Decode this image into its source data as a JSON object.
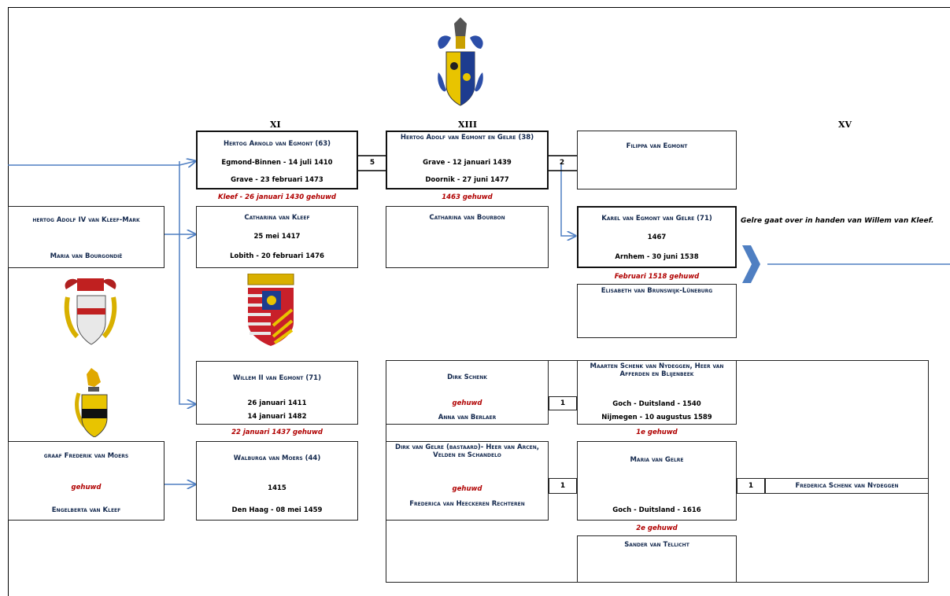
{
  "generations": {
    "xi": "XI",
    "xiii": "XIII",
    "xv": "XV"
  },
  "arnold": {
    "name": "Hertog Arnold van Egmont (63)",
    "born": "Egmond-Binnen - 14 juli 1410",
    "died": "Grave - 23 februari 1473",
    "marriage": "Kleef - 26 januari 1430 gehuwd"
  },
  "arnold_children": "5",
  "adolf": {
    "name": "Hertog Adolf van Egmont en Gelre (38)",
    "born": "Grave - 12 januari 1439",
    "died": "Doornik - 27 juni 1477",
    "marriage": "1463 gehuwd"
  },
  "adolf_children": "2",
  "filippa": {
    "name": "Filippa van Egmont"
  },
  "catharina_kleef": {
    "name": "Catharina van Kleef",
    "born": "25 mei 1417",
    "died": "Lobith - 20 februari 1476"
  },
  "catharina_bourbon": {
    "name": "Catharina van Bourbon"
  },
  "karel": {
    "name": "Karel van Egmont van Gelre (71)",
    "born": "1467",
    "died": "Arnhem - 30 juni 1538",
    "marriage": "Februari 1518 gehuwd"
  },
  "elisabeth": {
    "name": "Elisabeth van Brunswijk-Lüneburg"
  },
  "kleef_note": "Gelre gaat over in handen van Willem van Kleef.",
  "kleef_parents": {
    "father": "hertog Adolf IV van Kleef-Mark",
    "mother": "Maria van Bourgondië"
  },
  "willem": {
    "name": "Willem II van Egmont (71)",
    "born": "26 januari 1411",
    "died": "14 januari 1482",
    "marriage": "22 januari 1437 gehuwd"
  },
  "moers_parents": {
    "father": "graaf Frederik van Moers",
    "married": "gehuwd",
    "mother": "Engelberta van Kleef"
  },
  "walburga": {
    "name": "Walburga van Moers (44)",
    "born": "1415",
    "died": "Den Haag - 08 mei 1459"
  },
  "dirk_schenk": {
    "name": "Dirk Schenk",
    "married": "gehuwd",
    "spouse": "Anna van Berlaer",
    "children": "1"
  },
  "maarten": {
    "name": "Maarten Schenk van Nydeggen, Heer van Afferden en Blijenbeek",
    "born": "Goch - Duitsland - 1540",
    "died": "Nijmegen - 10 augustus 1589",
    "marriage": "1e gehuwd"
  },
  "dirk_gelre": {
    "name": "Dirk van Gelre (bastaard)- Heer van Arcen, Velden en Schandelo",
    "married": "gehuwd",
    "spouse": "Frederica van Heeckeren Rechteren",
    "children": "1"
  },
  "maria_gelre": {
    "name": "Maria van Gelre",
    "born": "Goch - Duitsland - 1616",
    "marriage": "2e gehuwd",
    "children": "1"
  },
  "frederica": {
    "name": "Frederica Schenk van Nydeggen"
  },
  "sander": {
    "name": "Sander van Tellicht"
  },
  "colors": {
    "line": "#4f7fc2",
    "text": "#13284d",
    "marriage": "#b00000"
  }
}
